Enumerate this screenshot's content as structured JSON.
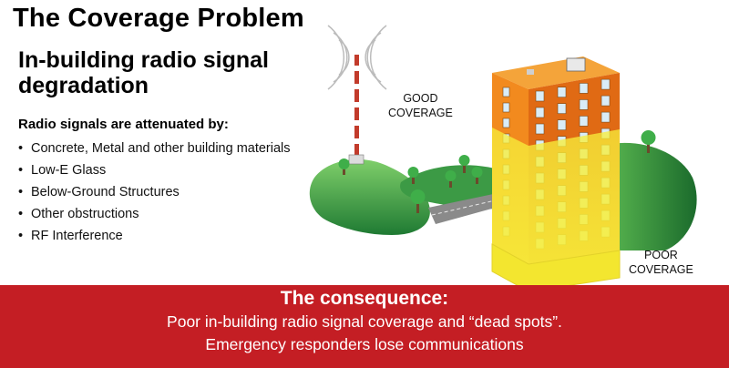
{
  "slide": {
    "title": "The Coverage Problem",
    "subtitle": "In-building radio signal degradation",
    "list_heading": "Radio signals are attenuated by:",
    "bullets": [
      "Concrete, Metal and other building materials",
      "Low-E Glass",
      "Below-Ground Structures",
      "Other obstructions",
      "RF Interference"
    ]
  },
  "illustration": {
    "good_label": "GOOD COVERAGE",
    "poor_label": "POOR COVERAGE"
  },
  "footer": {
    "heading": "The consequence:",
    "line1": "Poor in-building radio signal coverage and “dead spots”.",
    "line2": "Emergency responders lose communications"
  },
  "colors": {
    "footer_bg": "#c41e24",
    "building_orange": "#f5891e",
    "coverage_yellow": "#f7ee3a",
    "hill_green": "#2e8b3c"
  }
}
